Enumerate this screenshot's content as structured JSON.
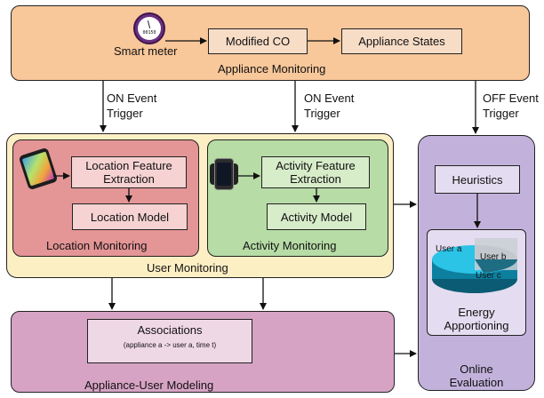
{
  "appliance_monitoring": {
    "title": "Appliance Monitoring",
    "smart_meter_label": "Smart meter",
    "meter_reading": "00150",
    "modified_co": "Modified CO",
    "appliance_states": "Appliance States"
  },
  "triggers": {
    "on_event_1": "ON Event",
    "trigger_1": "Trigger",
    "on_event_2": "ON Event",
    "trigger_2": "Trigger",
    "off_event": "OFF Event",
    "trigger_3": "Trigger"
  },
  "user_monitoring": {
    "title": "User Monitoring",
    "location": {
      "title": "Location Monitoring",
      "feature_extraction": "Location Feature Extraction",
      "model": "Location Model"
    },
    "activity": {
      "title": "Activity Monitoring",
      "feature_extraction": "Activity Feature Extraction",
      "model": "Activity Model"
    }
  },
  "online_evaluation": {
    "title": "Online Evaluation",
    "heuristics": "Heuristics",
    "energy_apportioning": "Energy Apportioning",
    "users": [
      "User a",
      "User b",
      "User c"
    ]
  },
  "appliance_user_modeling": {
    "title": "Appliance-User Modeling",
    "associations": "Associations",
    "associations_detail": "(appliance a -> user a, time t)"
  },
  "colors": {
    "appliance_fill": "#f8c79a",
    "user_fill": "#fdefc4",
    "location_fill": "#e49596",
    "activity_fill": "#b7dca6",
    "evaluation_fill": "#c2b2db",
    "modeling_fill": "#d7a3c4",
    "inner_light": "#f7dcc6",
    "location_inner": "#f6d2d2",
    "activity_inner": "#d7ecc9",
    "evaluation_inner": "#e4dcf0",
    "modeling_inner": "#efd8e6"
  }
}
